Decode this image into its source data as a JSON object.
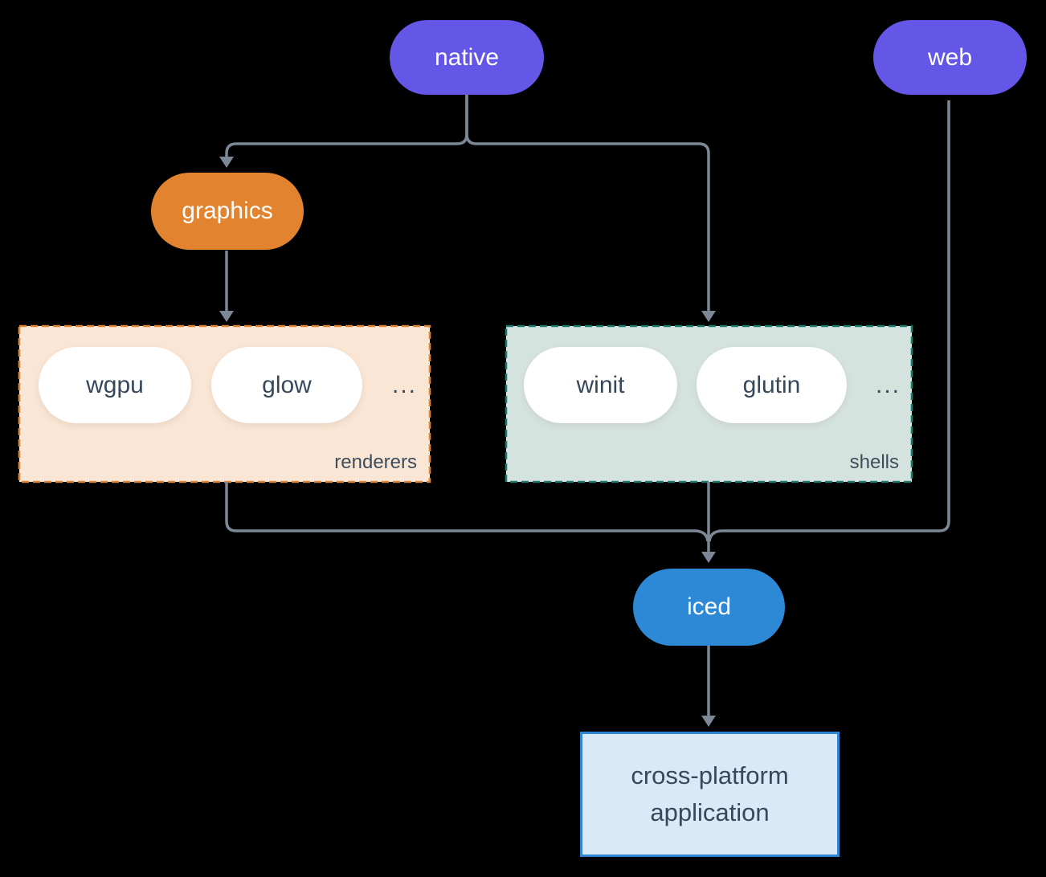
{
  "palette": {
    "background": "#000000",
    "purple_pill": "#6457E8",
    "orange_pill": "#E2842F",
    "blue_pill": "#2D89D5",
    "white_pill": "#FFFFFF",
    "connector": "#7C8896",
    "renderers_group_bg": "#FAE6D5",
    "renderers_group_border": "#DF8638",
    "shells_group_bg": "#D5E3DF",
    "shells_group_border": "#1F7A70",
    "application_box_bg": "#D9E9F8",
    "application_box_border": "#2E86D3",
    "dark_text": "#36485A",
    "light_text": "#FFFFFF"
  },
  "nodes": {
    "native": {
      "label": "native"
    },
    "web": {
      "label": "web"
    },
    "graphics": {
      "label": "graphics"
    },
    "iced": {
      "label": "iced"
    },
    "application": {
      "lines": [
        "cross-platform",
        "application"
      ]
    }
  },
  "groups": {
    "renderers": {
      "label": "renderers",
      "items": [
        "wgpu",
        "glow"
      ],
      "ellipsis": "..."
    },
    "shells": {
      "label": "shells",
      "items": [
        "winit",
        "glutin"
      ],
      "ellipsis": "..."
    }
  }
}
